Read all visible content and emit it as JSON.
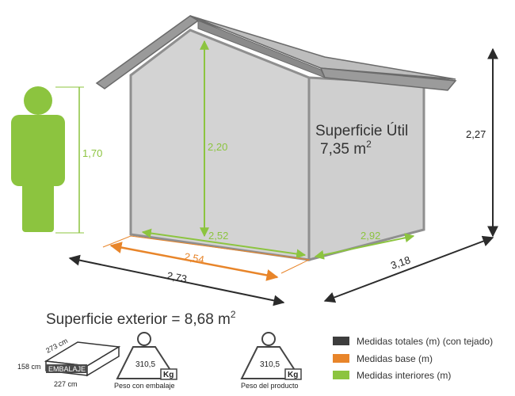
{
  "shed": {
    "interior_height": "2,20",
    "interior_width": "2,52",
    "interior_depth": "2,92",
    "base_width": "2,54",
    "total_width": "2,73",
    "total_depth": "3,18",
    "total_height": "2,27",
    "surface_util_label": "Superficie Útil",
    "surface_util_value": "7,35 m",
    "surface_util_sup": "2"
  },
  "person": {
    "height": "1,70"
  },
  "exterior": {
    "label": "Superficie exterior = 8,68 m",
    "sup": "2"
  },
  "packaging": {
    "length": "273 cm",
    "width": "227 cm",
    "height": "158 cm",
    "label": "EMBALAJE"
  },
  "weights": [
    {
      "value": "310,5",
      "unit": "Kg",
      "caption": "Peso con embalaje"
    },
    {
      "value": "310,5",
      "unit": "Kg",
      "caption": "Peso del producto"
    }
  ],
  "legend": [
    {
      "color": "#3d3d3d",
      "label": "Medidas totales (m) (con tejado)"
    },
    {
      "color": "#e8852a",
      "label": "Medidas base (m)"
    },
    {
      "color": "#8cc43f",
      "label": "Medidas interiores (m)"
    }
  ]
}
